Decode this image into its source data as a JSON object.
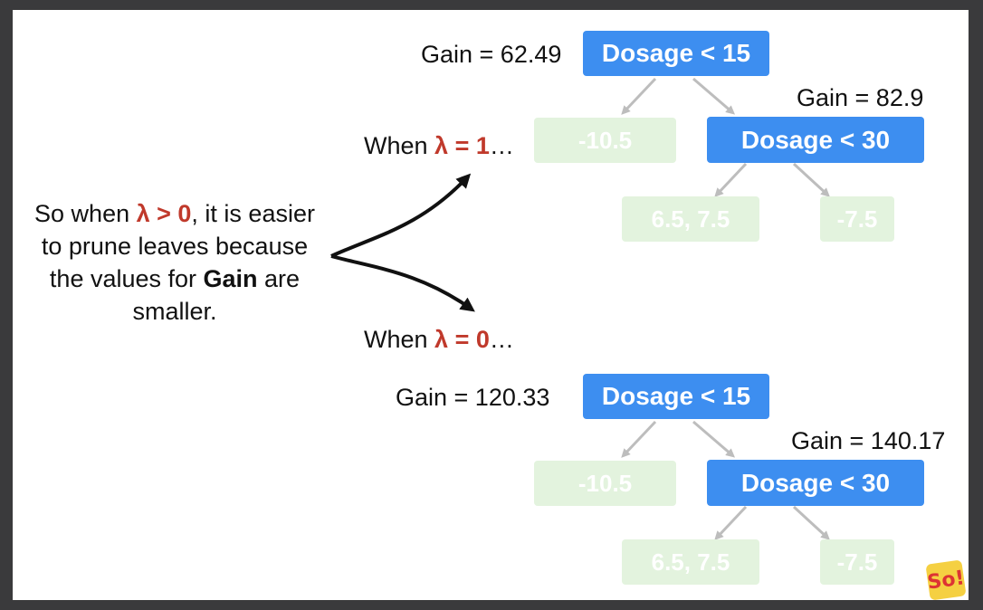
{
  "summary": {
    "part1": "So when ",
    "lambda_cond": "λ > 0",
    "part2": ", it is easier to prune leaves because the values for ",
    "gain_word": "Gain",
    "part3": " are smaller."
  },
  "branch_top": {
    "when": "When ",
    "lambda": "λ = 1",
    "ellipsis": "…"
  },
  "branch_bottom": {
    "when": "When ",
    "lambda": "λ = 0",
    "ellipsis": "…"
  },
  "tree_top": {
    "root_gain": "Gain = 62.49",
    "root": "Dosage < 15",
    "left_leaf": "-10.5",
    "child_gain": "Gain =  82.9",
    "child": "Dosage < 30",
    "child_left_leaf": "6.5, 7.5",
    "child_right_leaf": "-7.5"
  },
  "tree_bottom": {
    "root_gain": "Gain = 120.33",
    "root": "Dosage < 15",
    "left_leaf": "-10.5",
    "child_gain": "Gain = 140.17",
    "child": "Dosage < 30",
    "child_left_leaf": "6.5, 7.5",
    "child_right_leaf": "-7.5"
  },
  "colors": {
    "node": "#3d8ef0",
    "leaf": "#e3f3de",
    "lambda": "#c0392b",
    "arrow": "#bdbdbd"
  },
  "logo": {
    "text": "So!"
  }
}
